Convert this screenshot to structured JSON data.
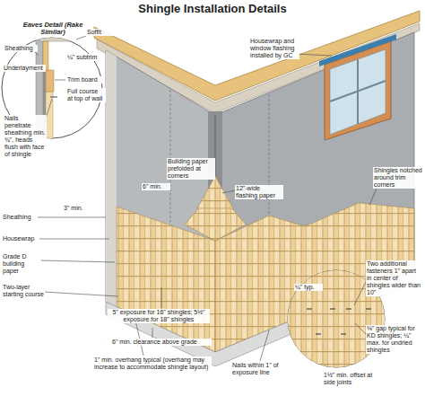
{
  "diagram": {
    "title": "Shingle Installation Details",
    "labels": [
      "Eaves Detail (Rake Similar)",
      "Soffit",
      "Sheathing",
      "¼\" subtrim",
      "Underlayment",
      "Trim board",
      "Full course at top of wall",
      "Nails penetrate sheathing min. ¾\", heads flush with face of shingle",
      "Housewrap and window flashing installed by GC",
      "Building paper prefolded at corners",
      "6\" min.",
      "12\"-wide flashing paper",
      "Shingles notched around trim corners",
      "Sheathing",
      "3\" min.",
      "Housewrap",
      "Grade D building paper",
      "Two-layer starting course",
      "5\" exposure for 16\" shingles; 5½\" exposure for 18\" shingles",
      "6\" min. clearance above grade",
      "1\" min. overhang typical (overhang may increase to accommodate shingle layout)",
      "Nails within 1\" of exposure line",
      "¼\" typ.",
      "Two additional fasteners 1\" apart in center of shingles wider than 10\"",
      "⅛\" gap typical for KD shingles; ¼\" max. for undried shingles",
      "1½\" min. offset at side joints"
    ]
  }
}
